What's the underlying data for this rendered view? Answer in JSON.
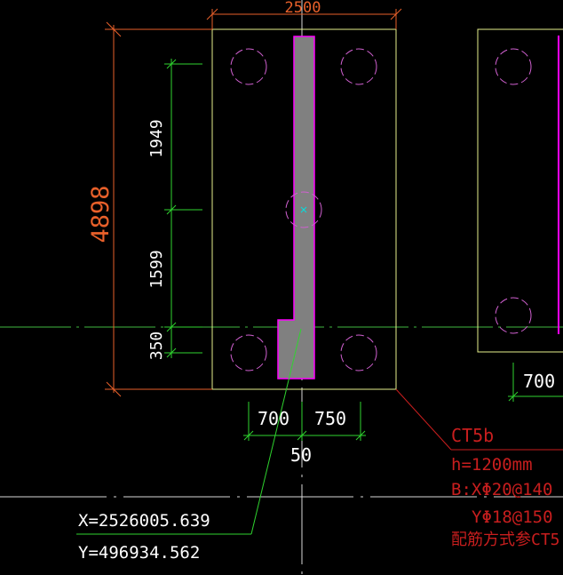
{
  "dimensions": {
    "top_width": "2500",
    "total_height": "4898",
    "seg_upper": "1949",
    "seg_middle": "1599",
    "seg_lower": "350",
    "bottom_left": "700",
    "bottom_right": "750",
    "bottom_offset": "50",
    "right_partial": "700"
  },
  "cap_label": {
    "name": "CT5b",
    "height": "h=1200mm",
    "rebar_x": "B:XΦ20@140",
    "rebar_y": "YΦ18@150",
    "note": "配筋方式参CT5"
  },
  "coordinates": {
    "x": "X=2526005.639",
    "y": "Y=496934.562"
  },
  "colors": {
    "background": "#000000",
    "outline": "#e6f08c",
    "column_fill": "#808080",
    "column_edge": "#ff00ff",
    "pile": "#d060d0",
    "dim_orange": "#e8602a",
    "dim_green": "#2fd42f",
    "label_red": "#c81e1e",
    "axis": "#ffffff"
  }
}
